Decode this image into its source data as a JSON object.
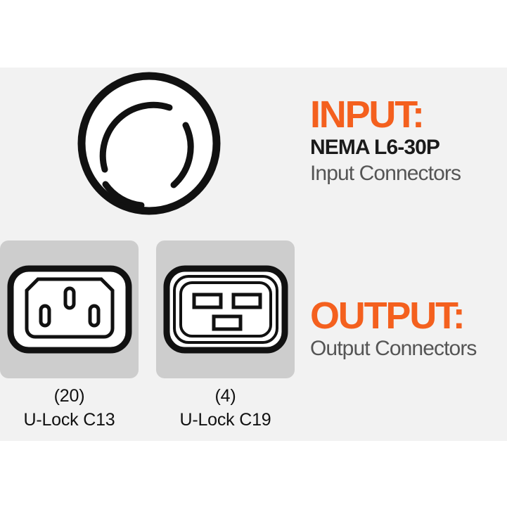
{
  "card": {
    "background_color": "#ffffff",
    "band_color": "#f2f2f2",
    "accent_color": "#f4601e",
    "panel_color": "#cdcdcd"
  },
  "input": {
    "heading": "INPUT:",
    "model": "NEMA L6-30P",
    "description": "Input Connectors",
    "icon": "nema-l6-30p-twist-lock-icon"
  },
  "output": {
    "heading": "OUTPUT:",
    "description": "Output Connectors",
    "connectors": [
      {
        "count": "(20)",
        "name": "U-Lock C13",
        "icon": "iec-c13-outlet-icon"
      },
      {
        "count": "(4)",
        "name": "U-Lock C19",
        "icon": "iec-c19-outlet-icon"
      }
    ]
  }
}
